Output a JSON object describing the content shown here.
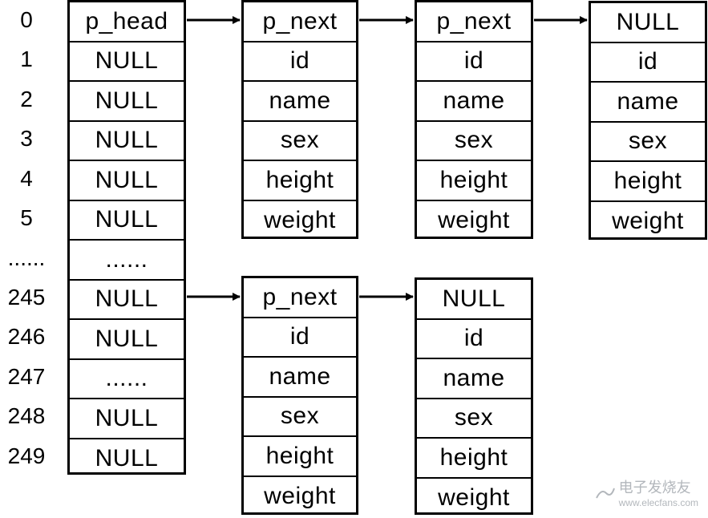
{
  "hash_table": {
    "indices": [
      "0",
      "1",
      "2",
      "3",
      "4",
      "5",
      "......",
      "245",
      "246",
      "247",
      "248",
      "249"
    ],
    "cells": [
      "p_head",
      "NULL",
      "NULL",
      "NULL",
      "NULL",
      "NULL",
      "......",
      "NULL",
      "NULL",
      "......",
      "NULL",
      "NULL"
    ]
  },
  "nodes": {
    "n1": [
      "p_next",
      "id",
      "name",
      "sex",
      "height",
      "weight"
    ],
    "n2": [
      "p_next",
      "id",
      "name",
      "sex",
      "height",
      "weight"
    ],
    "n3": [
      "NULL",
      "id",
      "name",
      "sex",
      "height",
      "weight"
    ],
    "n4": [
      "p_next",
      "id",
      "name",
      "sex",
      "height",
      "weight"
    ],
    "n5": [
      "NULL",
      "id",
      "name",
      "sex",
      "height",
      "weight"
    ]
  },
  "watermark": {
    "brand": "电子发烧友",
    "url": "www.elecfans.com"
  }
}
